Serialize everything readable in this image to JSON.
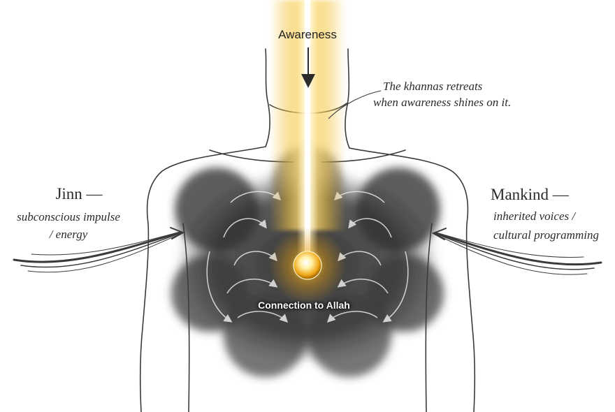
{
  "labels": {
    "awareness": "Awareness",
    "khannas_line1": "The khannas retreats",
    "khannas_line2": "when awareness shines on it.",
    "jinn_title": "Jinn —",
    "jinn_line1": "subconscious impulse",
    "jinn_line2": "/ energy",
    "mankind_title": "Mankind —",
    "mankind_line1": "inherited voices /",
    "mankind_line2": "cultural programming",
    "connection": "Connection to Allah"
  },
  "colors": {
    "light_beam": "#f5c542",
    "light_core": "#fff6c8",
    "smoke": "#2c2c2c",
    "outline": "#3a3a3a",
    "orb": "#f0a81a"
  }
}
